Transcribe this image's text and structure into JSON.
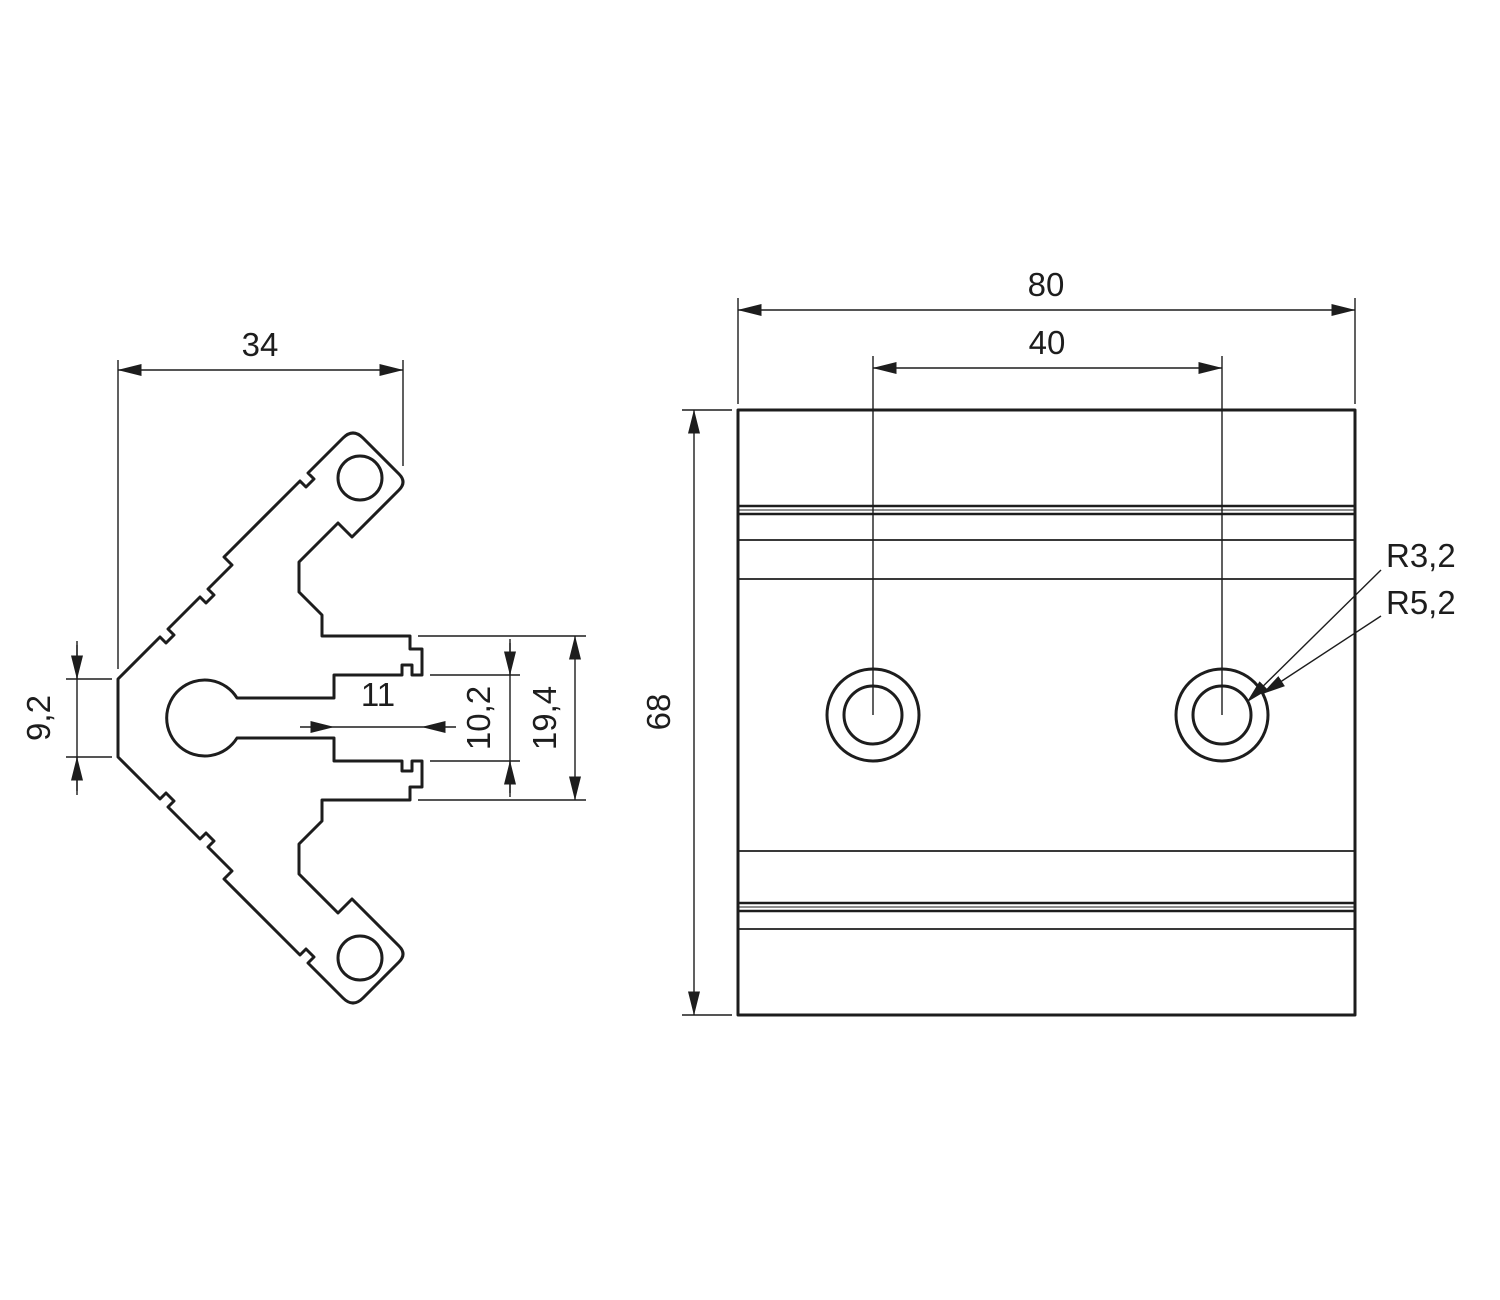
{
  "views": {
    "profile": {
      "dimensions": {
        "overall_width": "34",
        "tip_flat_height": "9,2",
        "slot_depth": "11",
        "slot_opening": "10,2",
        "flange_span": "19,4"
      }
    },
    "plate": {
      "dimensions": {
        "overall_width": "80",
        "hole_spacing": "40",
        "overall_height": "68"
      },
      "radius_labels": {
        "counterbore_inner": "R3,2",
        "counterbore_outer": "R5,2"
      }
    }
  },
  "colors": {
    "line": "#1d1d1d",
    "background": "#ffffff"
  }
}
